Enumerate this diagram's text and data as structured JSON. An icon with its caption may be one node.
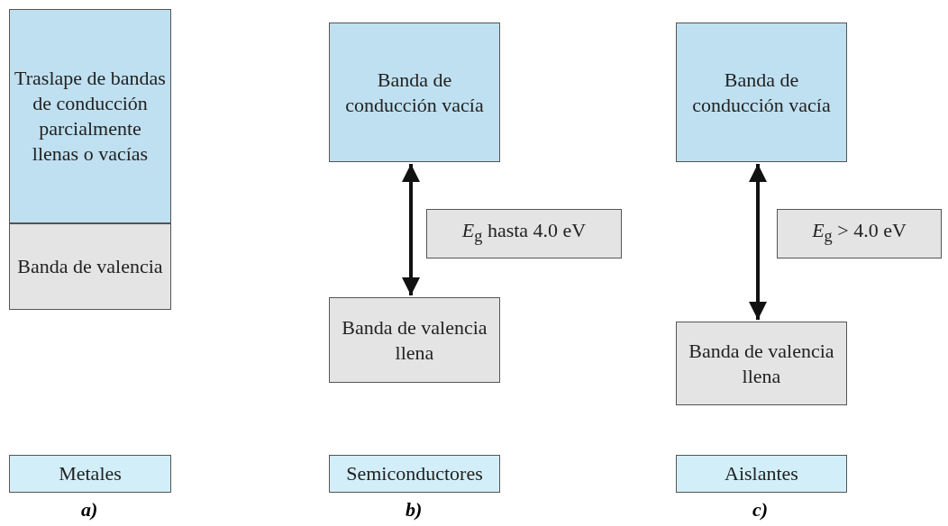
{
  "diagram": {
    "nodes": [
      {
        "text": [
          "Traslape de bandas de conducción parcialmente llenas o vacías"
        ]
      },
      {
        "text": [
          "Banda de valencia"
        ]
      },
      {
        "text": [
          "Metales"
        ]
      },
      {
        "text": [
          "Banda de conducción vacía"
        ]
      },
      {
        "text": [
          "*E*$_{g}$ hasta 4.0 eV"
        ]
      },
      {
        "text": [
          "Banda de valencia llena"
        ]
      },
      {
        "text": [
          "Semiconductores"
        ]
      },
      {
        "text": [
          "Banda de conducción vacía"
        ]
      },
      {
        "text": [
          "*E*$_{g}$ > 4.0 eV"
        ]
      },
      {
        "text": [
          "Banda de valencia llena"
        ]
      },
      {
        "text": [
          "Aislantes"
        ]
      }
    ],
    "edges": [
      {
        "from": 3,
        "to": 5,
        "arrow": "both"
      },
      {
        "from": 7,
        "to": 9,
        "arrow": "both"
      }
    ],
    "labels": [
      "a)",
      "b)",
      "c)"
    ]
  }
}
